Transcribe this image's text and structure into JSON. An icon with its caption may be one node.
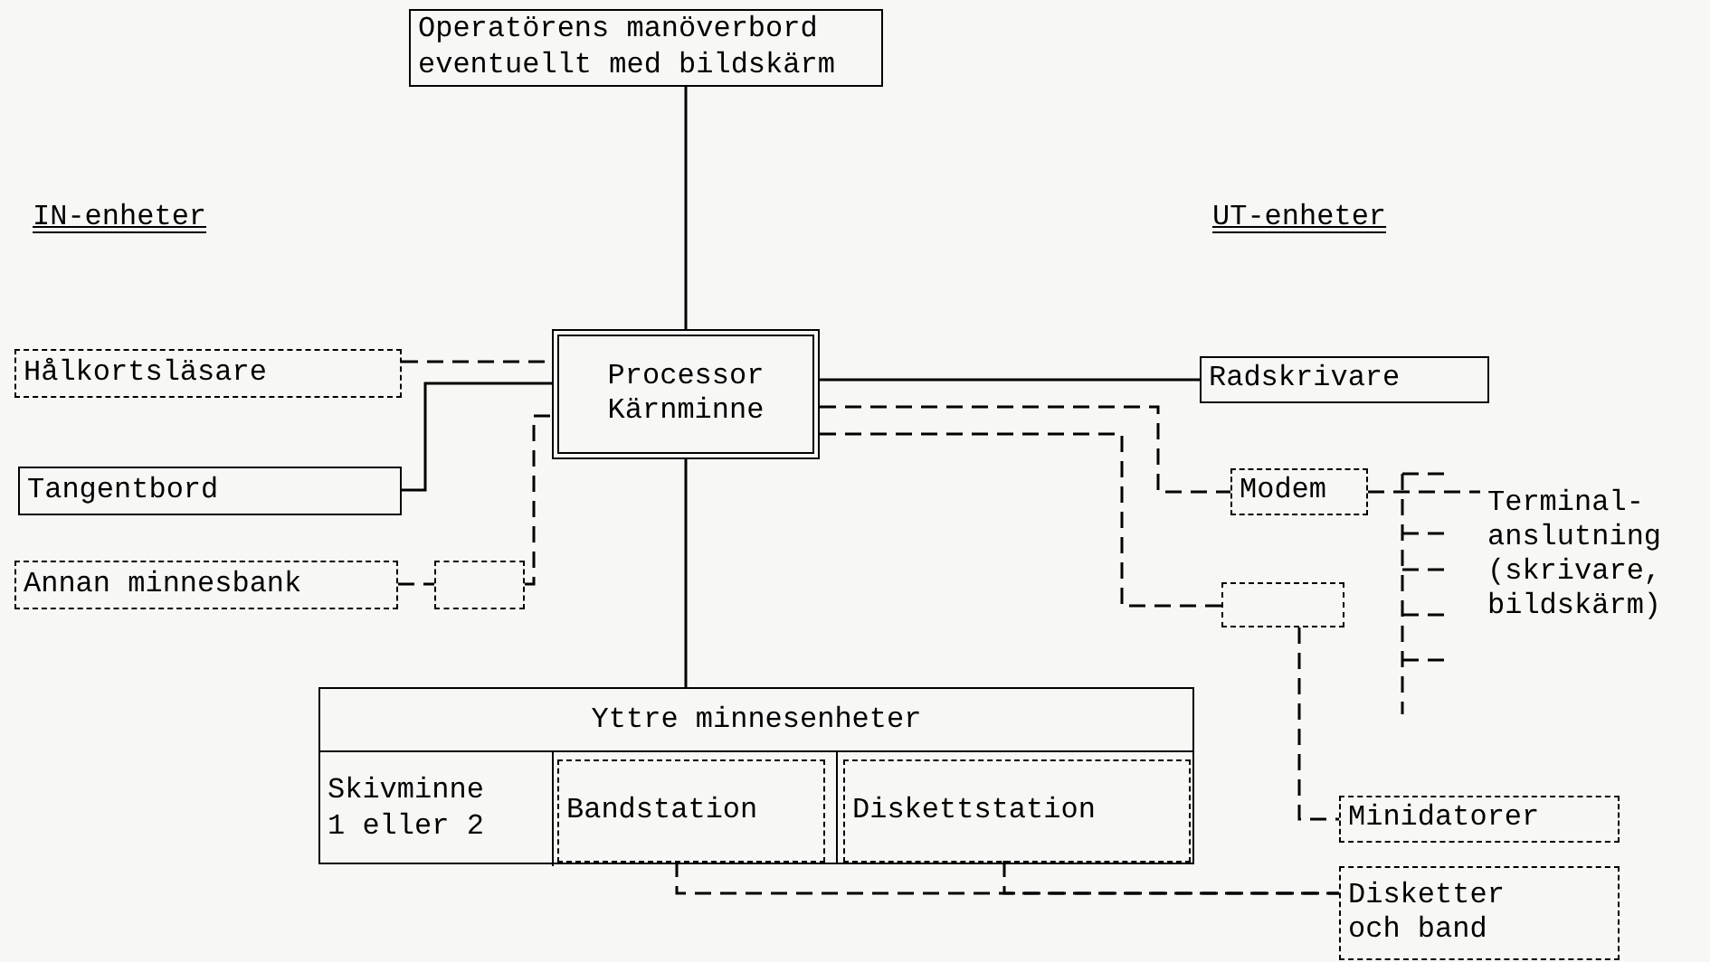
{
  "diagram": {
    "nodes": [
      {
        "text": [
          "Operatörens manöverbord eventuellt med bildskärm"
        ]
      },
      {
        "text": [
          "Hålkortsläsare"
        ]
      },
      {
        "text": [
          "Processor Kärnminne"
        ]
      },
      {
        "text": [
          "Radskrivare"
        ]
      },
      {
        "text": [
          "Tangentbord"
        ]
      },
      {
        "text": [
          "Modem"
        ]
      },
      {
        "text": [
          "Terminal- anslutning (skrivare, bildskärm)"
        ]
      },
      {
        "text": [
          "Annan minnesbank"
        ]
      },
      {
        "text": [],
        "shape": "box"
      },
      {
        "text": [],
        "shape": "box"
      },
      {
        "text": [
          "Yttre minnesenheter"
        ]
      },
      {
        "text": [
          "Skivminne 1 eller 2"
        ],
        "in": 10
      },
      {
        "text": [
          "Bandstation"
        ],
        "in": 10
      },
      {
        "text": [
          "Diskettstation"
        ],
        "in": 10
      },
      {
        "text": [
          "Minidatorer"
        ]
      },
      {
        "text": [
          "Disketter och band"
        ]
      }
    ],
    "edges": [
      {
        "from": 0,
        "to": 2,
        "arrow": "none"
      },
      {
        "from": 1,
        "to": 2,
        "arrow": "none",
        "style": "dashed"
      },
      {
        "from": 4,
        "to": 2,
        "arrow": "none"
      },
      {
        "from": 7,
        "to": 8,
        "arrow": "none",
        "style": "dashed"
      },
      {
        "from": 8,
        "to": 2,
        "arrow": "none",
        "style": "dashed"
      },
      {
        "from": 2,
        "to": 3,
        "arrow": "none"
      },
      {
        "from": 2,
        "to": 5,
        "arrow": "none",
        "style": "dashed"
      },
      {
        "from": 2,
        "to": 9,
        "arrow": "none",
        "style": "dashed"
      },
      {
        "from": 2,
        "to": 10,
        "arrow": "none"
      },
      {
        "from": 5,
        "to": 6,
        "arrow": "none",
        "style": "dashed"
      },
      {
        "from": 9,
        "to": 14,
        "arrow": "none",
        "style": "dashed"
      },
      {
        "from": 12,
        "to": 15,
        "arrow": "none",
        "style": "dashed"
      },
      {
        "from": 13,
        "to": 15,
        "arrow": "none",
        "style": "dashed"
      }
    ],
    "labels": [
      "IN-enheter",
      "UT-enheter"
    ]
  }
}
